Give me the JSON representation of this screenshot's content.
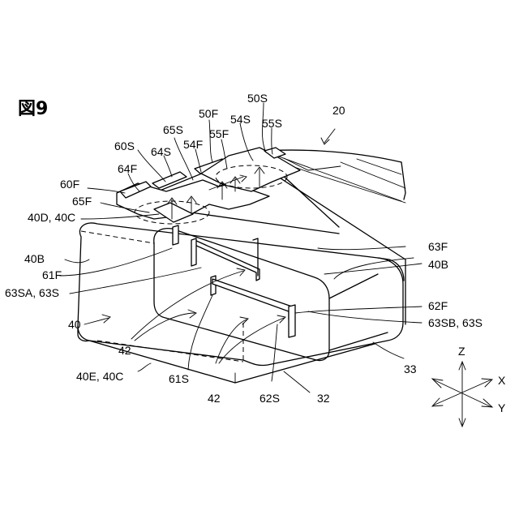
{
  "figure": {
    "title": "図9",
    "labels": {
      "l20": "20",
      "l50S": "50S",
      "l50F": "50F",
      "l55S": "55S",
      "l54S": "54S",
      "l65S": "65S",
      "l55F": "55F",
      "l54F": "54F",
      "l60S": "60S",
      "l64S": "64S",
      "l64F": "64F",
      "l60F": "60F",
      "l65F": "65F",
      "l40D": "40D, 40C",
      "l63F": "63F",
      "l40Br": "40B",
      "l40Bl": "40B",
      "l61F": "61F",
      "l63SA": "63SA, 63S",
      "l62F": "62F",
      "l63SB": "63SB, 63S",
      "l40": "40",
      "l42a": "42",
      "l42b": "42",
      "l33": "33",
      "l40E": "40E, 40C",
      "l61S": "61S",
      "l62S": "62S",
      "l32": "32"
    },
    "axes": {
      "z": "Z",
      "x": "X",
      "y": "Y"
    }
  }
}
